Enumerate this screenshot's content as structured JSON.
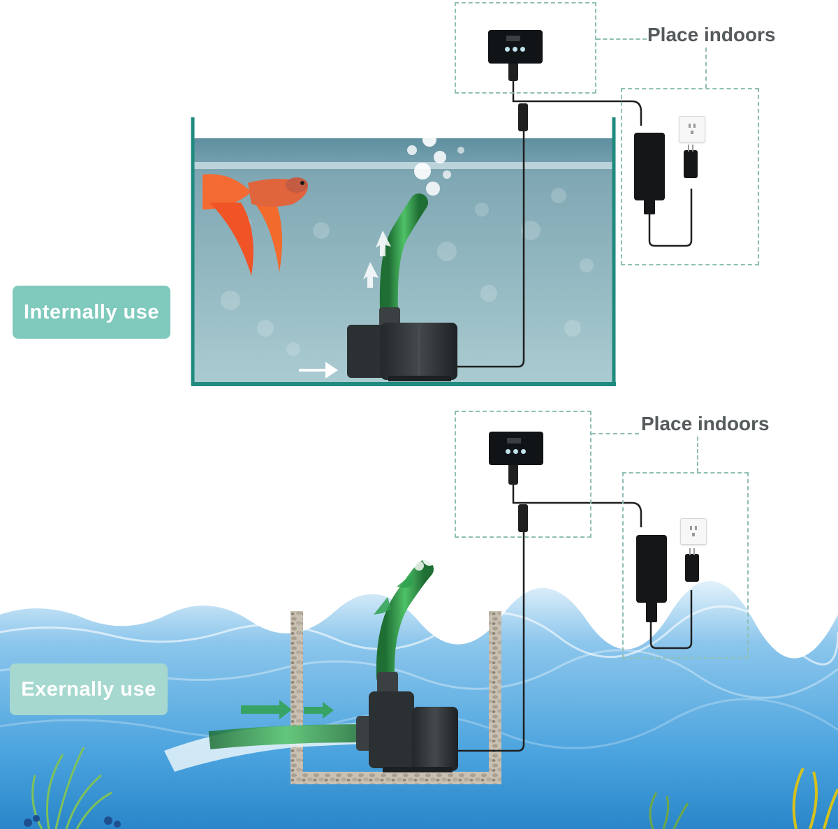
{
  "sections": {
    "internal": {
      "label": "Internally use",
      "place_label": "Place indoors"
    },
    "external": {
      "label": "Exernally use",
      "place_label": "Place indoors"
    }
  },
  "colors": {
    "pill_internal": "#7fc9bd",
    "pill_external": "#a7d7cf",
    "tank_frame": "#1f8a7e",
    "water_top": "#6f98a6",
    "water_bottom": "#9ec1c8",
    "hose": "#3aa856",
    "pump": "#2f3436",
    "dash": "#8fbfb6",
    "fish": "#f2552b",
    "sea_light": "#cfe8f6",
    "sea_dark": "#2f8fd3"
  },
  "icons": {
    "controller": "controller-icon",
    "adapter": "power-adapter-icon",
    "outlet": "wall-outlet-icon",
    "plug": "plug-icon",
    "pump": "water-pump-icon",
    "fish": "betta-fish-icon"
  }
}
